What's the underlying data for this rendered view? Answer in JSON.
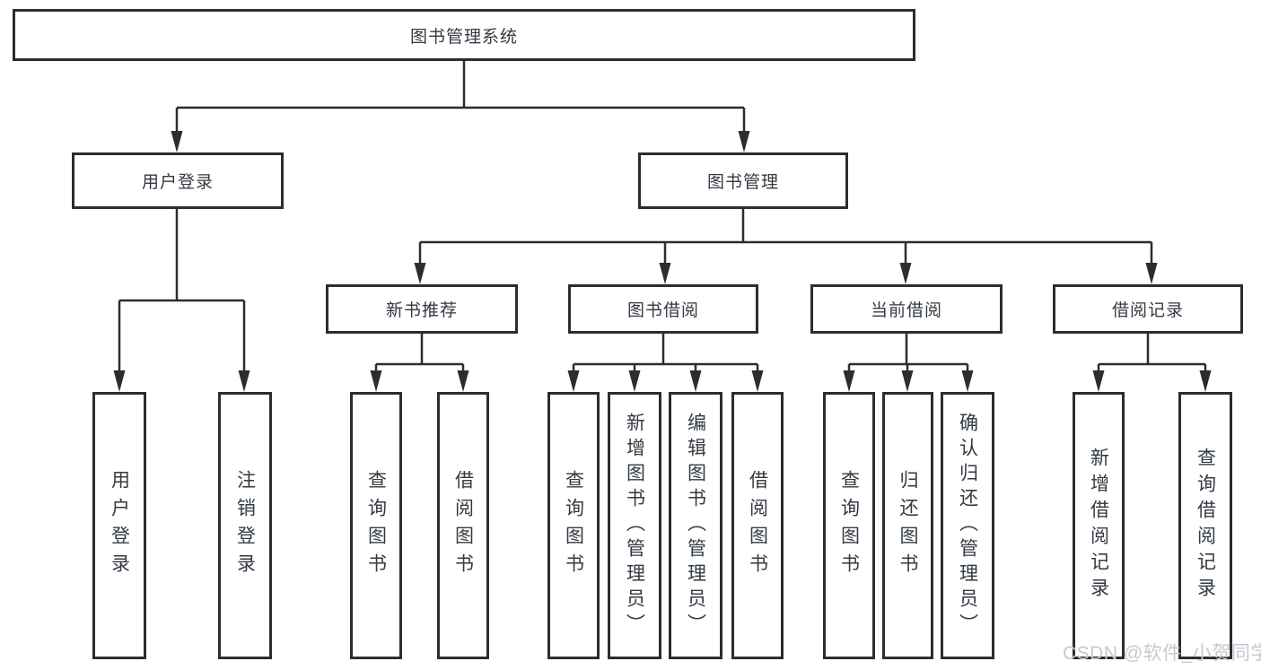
{
  "tree": {
    "root": {
      "label": "图书管理系统"
    },
    "branches": [
      {
        "label": "用户登录",
        "children": [
          {
            "label": "用户登录"
          },
          {
            "label": "注销登录"
          }
        ]
      },
      {
        "label": "图书管理",
        "children": [
          {
            "label": "新书推荐",
            "children": [
              {
                "label": "查询图书"
              },
              {
                "label": "借阅图书"
              }
            ]
          },
          {
            "label": "图书借阅",
            "children": [
              {
                "label": "查询图书"
              },
              {
                "label": "新增图书（管理员）"
              },
              {
                "label": "编辑图书（管理员）"
              },
              {
                "label": "借阅图书"
              }
            ]
          },
          {
            "label": "当前借阅",
            "children": [
              {
                "label": "查询图书"
              },
              {
                "label": "归还图书"
              },
              {
                "label": "确认归还（管理员）"
              }
            ]
          },
          {
            "label": "借阅记录",
            "children": [
              {
                "label": "新增借阅记录"
              },
              {
                "label": "查询借阅记录"
              }
            ]
          }
        ]
      }
    ]
  },
  "watermark": {
    "text": "CSDN @软件_小贺同学"
  },
  "colors": {
    "line": "#2d2d2d",
    "box_border": "#2d2d2d",
    "text": "#333a42",
    "watermark": "#c4cad0",
    "background": "#ffffff"
  }
}
